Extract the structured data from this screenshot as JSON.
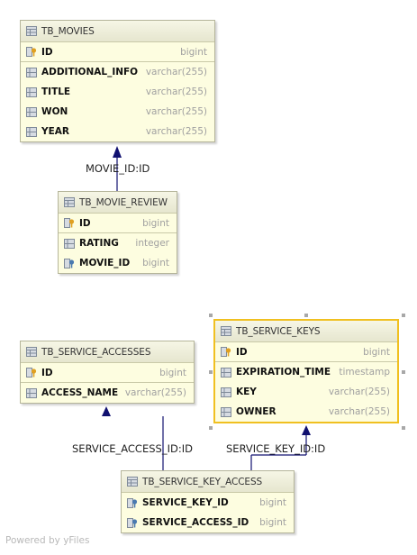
{
  "tables": {
    "movies": {
      "title": "TB_MOVIES",
      "columns": [
        {
          "name": "ID",
          "type": "bigint",
          "kind": "pk"
        },
        {
          "name": "ADDITIONAL_INFO",
          "type": "varchar(255)",
          "kind": "col"
        },
        {
          "name": "TITLE",
          "type": "varchar(255)",
          "kind": "col"
        },
        {
          "name": "WON",
          "type": "varchar(255)",
          "kind": "col"
        },
        {
          "name": "YEAR",
          "type": "varchar(255)",
          "kind": "col"
        }
      ]
    },
    "movie_review": {
      "title": "TB_MOVIE_REVIEW",
      "columns": [
        {
          "name": "ID",
          "type": "bigint",
          "kind": "pk"
        },
        {
          "name": "RATING",
          "type": "integer",
          "kind": "col"
        },
        {
          "name": "MOVIE_ID",
          "type": "bigint",
          "kind": "fk"
        }
      ]
    },
    "service_accesses": {
      "title": "TB_SERVICE_ACCESSES",
      "columns": [
        {
          "name": "ID",
          "type": "bigint",
          "kind": "pk"
        },
        {
          "name": "ACCESS_NAME",
          "type": "varchar(255)",
          "kind": "col"
        }
      ]
    },
    "service_keys": {
      "title": "TB_SERVICE_KEYS",
      "columns": [
        {
          "name": "ID",
          "type": "bigint",
          "kind": "pk"
        },
        {
          "name": "EXPIRATION_TIME",
          "type": "timestamp",
          "kind": "col"
        },
        {
          "name": "KEY",
          "type": "varchar(255)",
          "kind": "col"
        },
        {
          "name": "OWNER",
          "type": "varchar(255)",
          "kind": "col"
        }
      ]
    },
    "service_key_access": {
      "title": "TB_SERVICE_KEY_ACCESS",
      "columns": [
        {
          "name": "SERVICE_KEY_ID",
          "type": "bigint",
          "kind": "fk"
        },
        {
          "name": "SERVICE_ACCESS_ID",
          "type": "bigint",
          "kind": "fk"
        }
      ]
    }
  },
  "relations": {
    "movie_id": "MOVIE_ID:ID",
    "service_access_id": "SERVICE_ACCESS_ID:ID",
    "service_key_id": "SERVICE_KEY_ID:ID"
  },
  "footer": {
    "credit": "Powered by yFiles"
  },
  "colors": {
    "table_fill": "#fdfde0",
    "selection": "#f0c020",
    "edge": "#101070",
    "key_icon": "#e0a020",
    "fk_icon": "#4a7ab0"
  }
}
